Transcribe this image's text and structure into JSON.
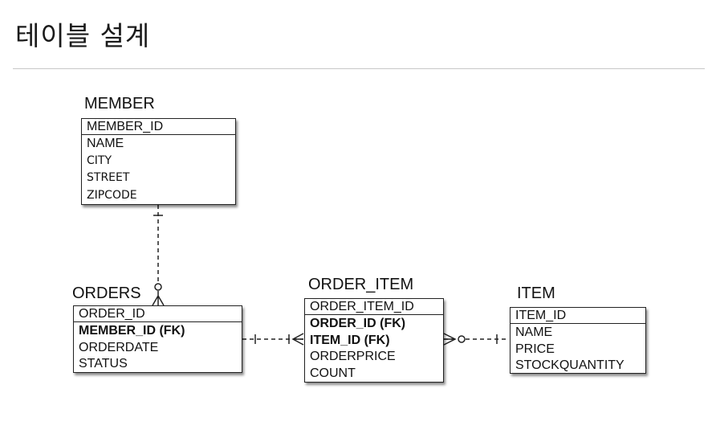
{
  "page": {
    "title": "테이블 설계"
  },
  "entities": {
    "member": {
      "name": "MEMBER",
      "pk": "MEMBER_ID",
      "attributes": [
        "NAME",
        "CITY",
        "STREET",
        "ZIPCODE"
      ]
    },
    "orders": {
      "name": "ORDERS",
      "pk": "ORDER_ID",
      "attributes": [
        "MEMBER_ID (FK)",
        "ORDERDATE",
        "STATUS"
      ]
    },
    "order_item": {
      "name": "ORDER_ITEM",
      "pk": "ORDER_ITEM_ID",
      "attributes": [
        "ORDER_ID (FK)",
        "ITEM_ID (FK)",
        "ORDERPRICE",
        "COUNT"
      ]
    },
    "item": {
      "name": "ITEM",
      "pk": "ITEM_ID",
      "attributes": [
        "NAME",
        "PRICE",
        "STOCKQUANTITY"
      ]
    }
  },
  "relationships": [
    {
      "from": "MEMBER",
      "to": "ORDERS",
      "from_cardinality": "one",
      "to_cardinality": "zero-or-many"
    },
    {
      "from": "ORDERS",
      "to": "ORDER_ITEM",
      "from_cardinality": "one",
      "to_cardinality": "one-or-many"
    },
    {
      "from": "ORDER_ITEM",
      "to": "ITEM",
      "from_cardinality": "zero-or-many",
      "to_cardinality": "one"
    }
  ]
}
